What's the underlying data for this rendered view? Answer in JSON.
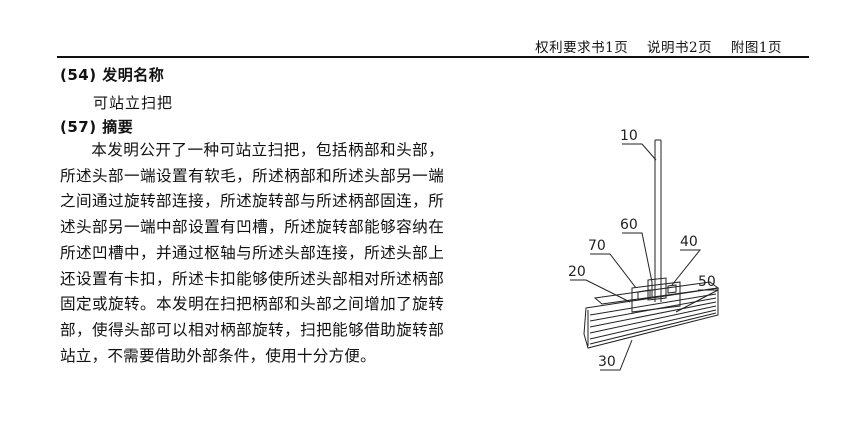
{
  "header": {
    "claims_page": "权利要求书1页",
    "description_page": "说明书2页",
    "drawings_page": "附图1页"
  },
  "sections": {
    "title_heading": "(54) 发明名称",
    "title_value": "可站立扫把",
    "abstract_heading": "(57) 摘要",
    "abstract_text": "本发明公开了一种可站立扫把，包括柄部和头部，所述头部一端设置有软毛，所述柄部和所述头部另一端之间通过旋转部连接，所述旋转部与所述柄部固连，所述头部另一端中部设置有凹槽，所述旋转部能够容纳在所述凹槽中，并通过枢轴与所述头部连接，所述头部上还设置有卡扣，所述卡扣能够使所述头部相对所述柄部固定或旋转。本发明在扫把柄部和头部之间增加了旋转部，使得头部可以相对柄部旋转，扫把能够借助旋转部站立，不需要借助外部条件，使用十分方便。"
  },
  "figure": {
    "labels": {
      "handle": "10",
      "pivot_part": "20",
      "bristles": "30",
      "groove": "40",
      "buckle": "50",
      "rotating_part": "60",
      "head": "70"
    }
  }
}
